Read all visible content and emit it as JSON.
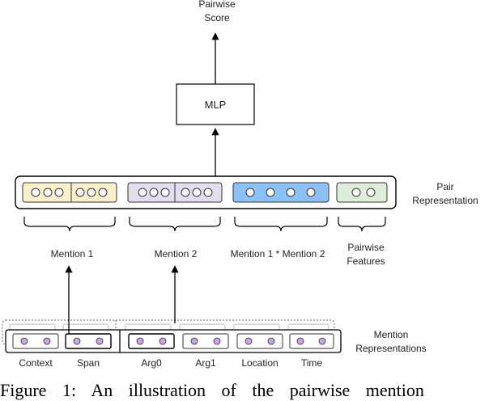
{
  "top_label": [
    "Pairwise",
    "Score"
  ],
  "mlp_label": "MLP",
  "pair_label": [
    "Pair",
    "Representation"
  ],
  "segments": [
    "Mention 1",
    "Mention 2",
    "Mention 1 * Mention 2"
  ],
  "pairwise_features_label": [
    "Pairwise",
    "Features"
  ],
  "mention_label": [
    "Mention",
    "Representations"
  ],
  "bottom_labels": [
    "Context",
    "Span",
    "Arg0",
    "Arg1",
    "Location",
    "Time"
  ],
  "caption": "Figure 1: An illustration of the pairwise mention",
  "colors": {
    "mention1": "#fdf0cc",
    "mention2": "#e6dcef",
    "product": "#8ec1f7",
    "features": "#dfeeda",
    "small_circle": "#c9a6e3"
  }
}
